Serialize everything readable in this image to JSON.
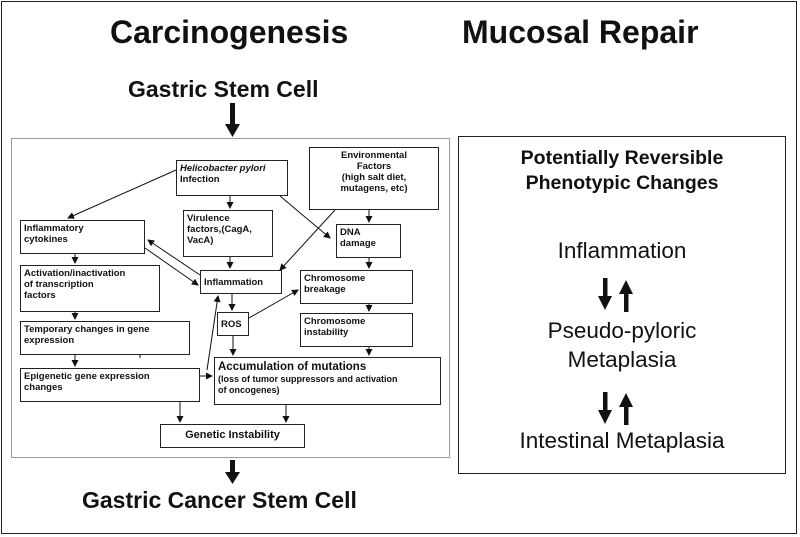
{
  "headings": {
    "carcinogenesis": "Carcinogenesis",
    "mucosal_repair": "Mucosal Repair",
    "gastric_stem_cell": "Gastric Stem Cell",
    "gastric_cancer_stem_cell": "Gastric Cancer Stem Cell"
  },
  "boxes": {
    "h_pylori": {
      "line1": "Helicobacter pylori",
      "line2": "Infection"
    },
    "environmental": {
      "line1": "Environmental",
      "line2": "Factors",
      "line3": "(high salt diet,",
      "line4": "mutagens, etc)"
    },
    "inflammatory_cytokines": {
      "line1": "Inflammatory",
      "line2": "cytokines"
    },
    "virulence": {
      "line1": "Virulence",
      "line2": "factors,(CagA,",
      "line3": "VacA)"
    },
    "dna_damage": {
      "line1": "DNA",
      "line2": "damage"
    },
    "activation": {
      "line1": "Activation/inactivation",
      "line2": "of transcription",
      "line3": "factors"
    },
    "inflammation": {
      "line1": "Inflammation"
    },
    "chromosome_breakage": {
      "line1": "Chromosome",
      "line2": "breakage"
    },
    "temporary_changes": {
      "line1": "Temporary changes in gene",
      "line2": "expression"
    },
    "ros": {
      "line1": "ROS"
    },
    "chromosome_instability": {
      "line1": "Chromosome",
      "line2": "instability"
    },
    "epigenetic": {
      "line1": "Epigenetic gene expression",
      "line2": "changes"
    },
    "accumulation": {
      "line1": "Accumulation of mutations",
      "line2": "(loss of tumor suppressors and activation",
      "line3": "of oncogenes)"
    },
    "genetic_instability": {
      "line1": "Genetic Instability"
    }
  },
  "right_panel": {
    "title_line1": "Potentially Reversible",
    "title_line2": "Phenotypic Changes",
    "inflammation": "Inflammation",
    "pseudo_pyloric_line1": "Pseudo-pyloric",
    "pseudo_pyloric_line2": "Metaplasia",
    "intestinal_metaplasia": "Intestinal Metaplasia"
  }
}
